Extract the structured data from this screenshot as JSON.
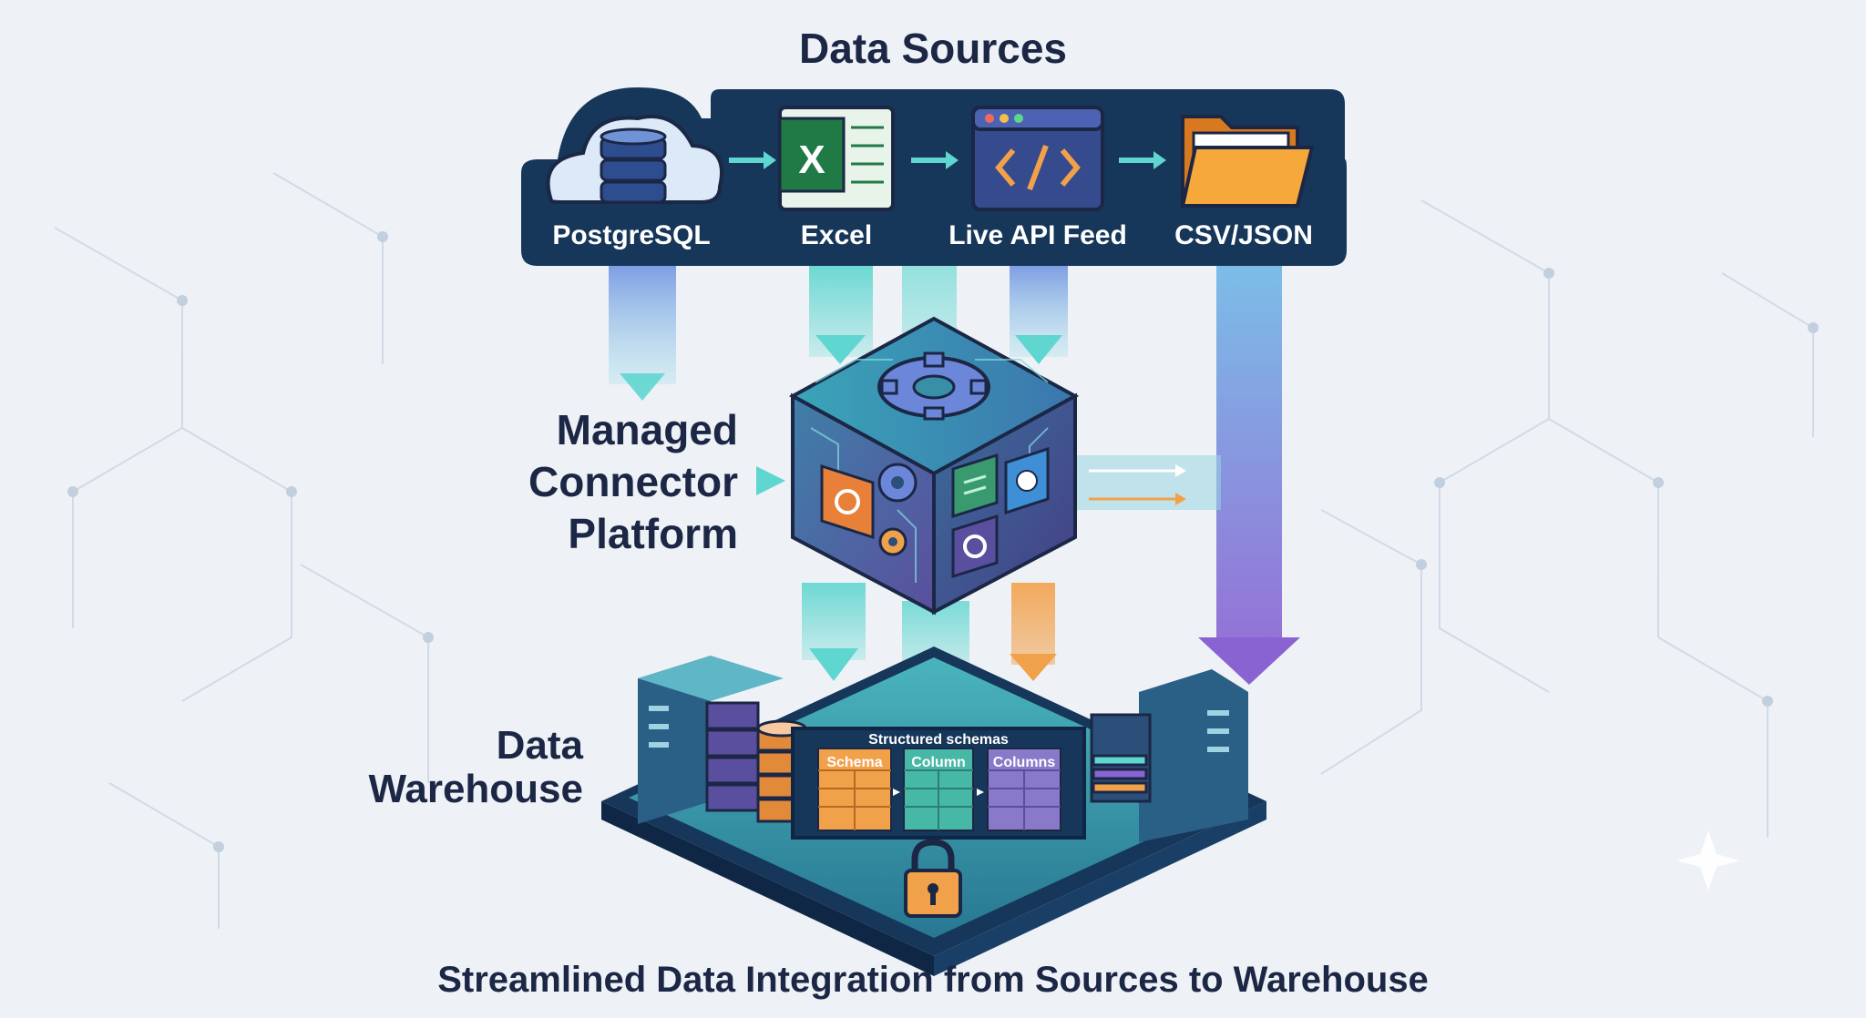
{
  "title": "Data Sources",
  "caption": "Streamlined Data Integration from Sources to Warehouse",
  "sources": [
    {
      "label": "PostgreSQL",
      "icon": "cloud-database-icon"
    },
    {
      "label": "Excel",
      "icon": "excel-icon"
    },
    {
      "label": "Live API Feed",
      "icon": "code-window-icon"
    },
    {
      "label": "CSV/JSON",
      "icon": "folder-icon"
    }
  ],
  "platform": {
    "line1": "Managed",
    "line2": "Connector",
    "line3": "Platform"
  },
  "warehouse": {
    "line1": "Data",
    "line2": "Warehouse",
    "panel_title": "Structured schemas",
    "tables": [
      "Schema",
      "Column",
      "Columns"
    ]
  },
  "colors": {
    "navy": "#16365a",
    "teal": "#5fd6cf",
    "purple": "#8a63d2",
    "orange": "#f2a14b",
    "text": "#1b2745"
  }
}
